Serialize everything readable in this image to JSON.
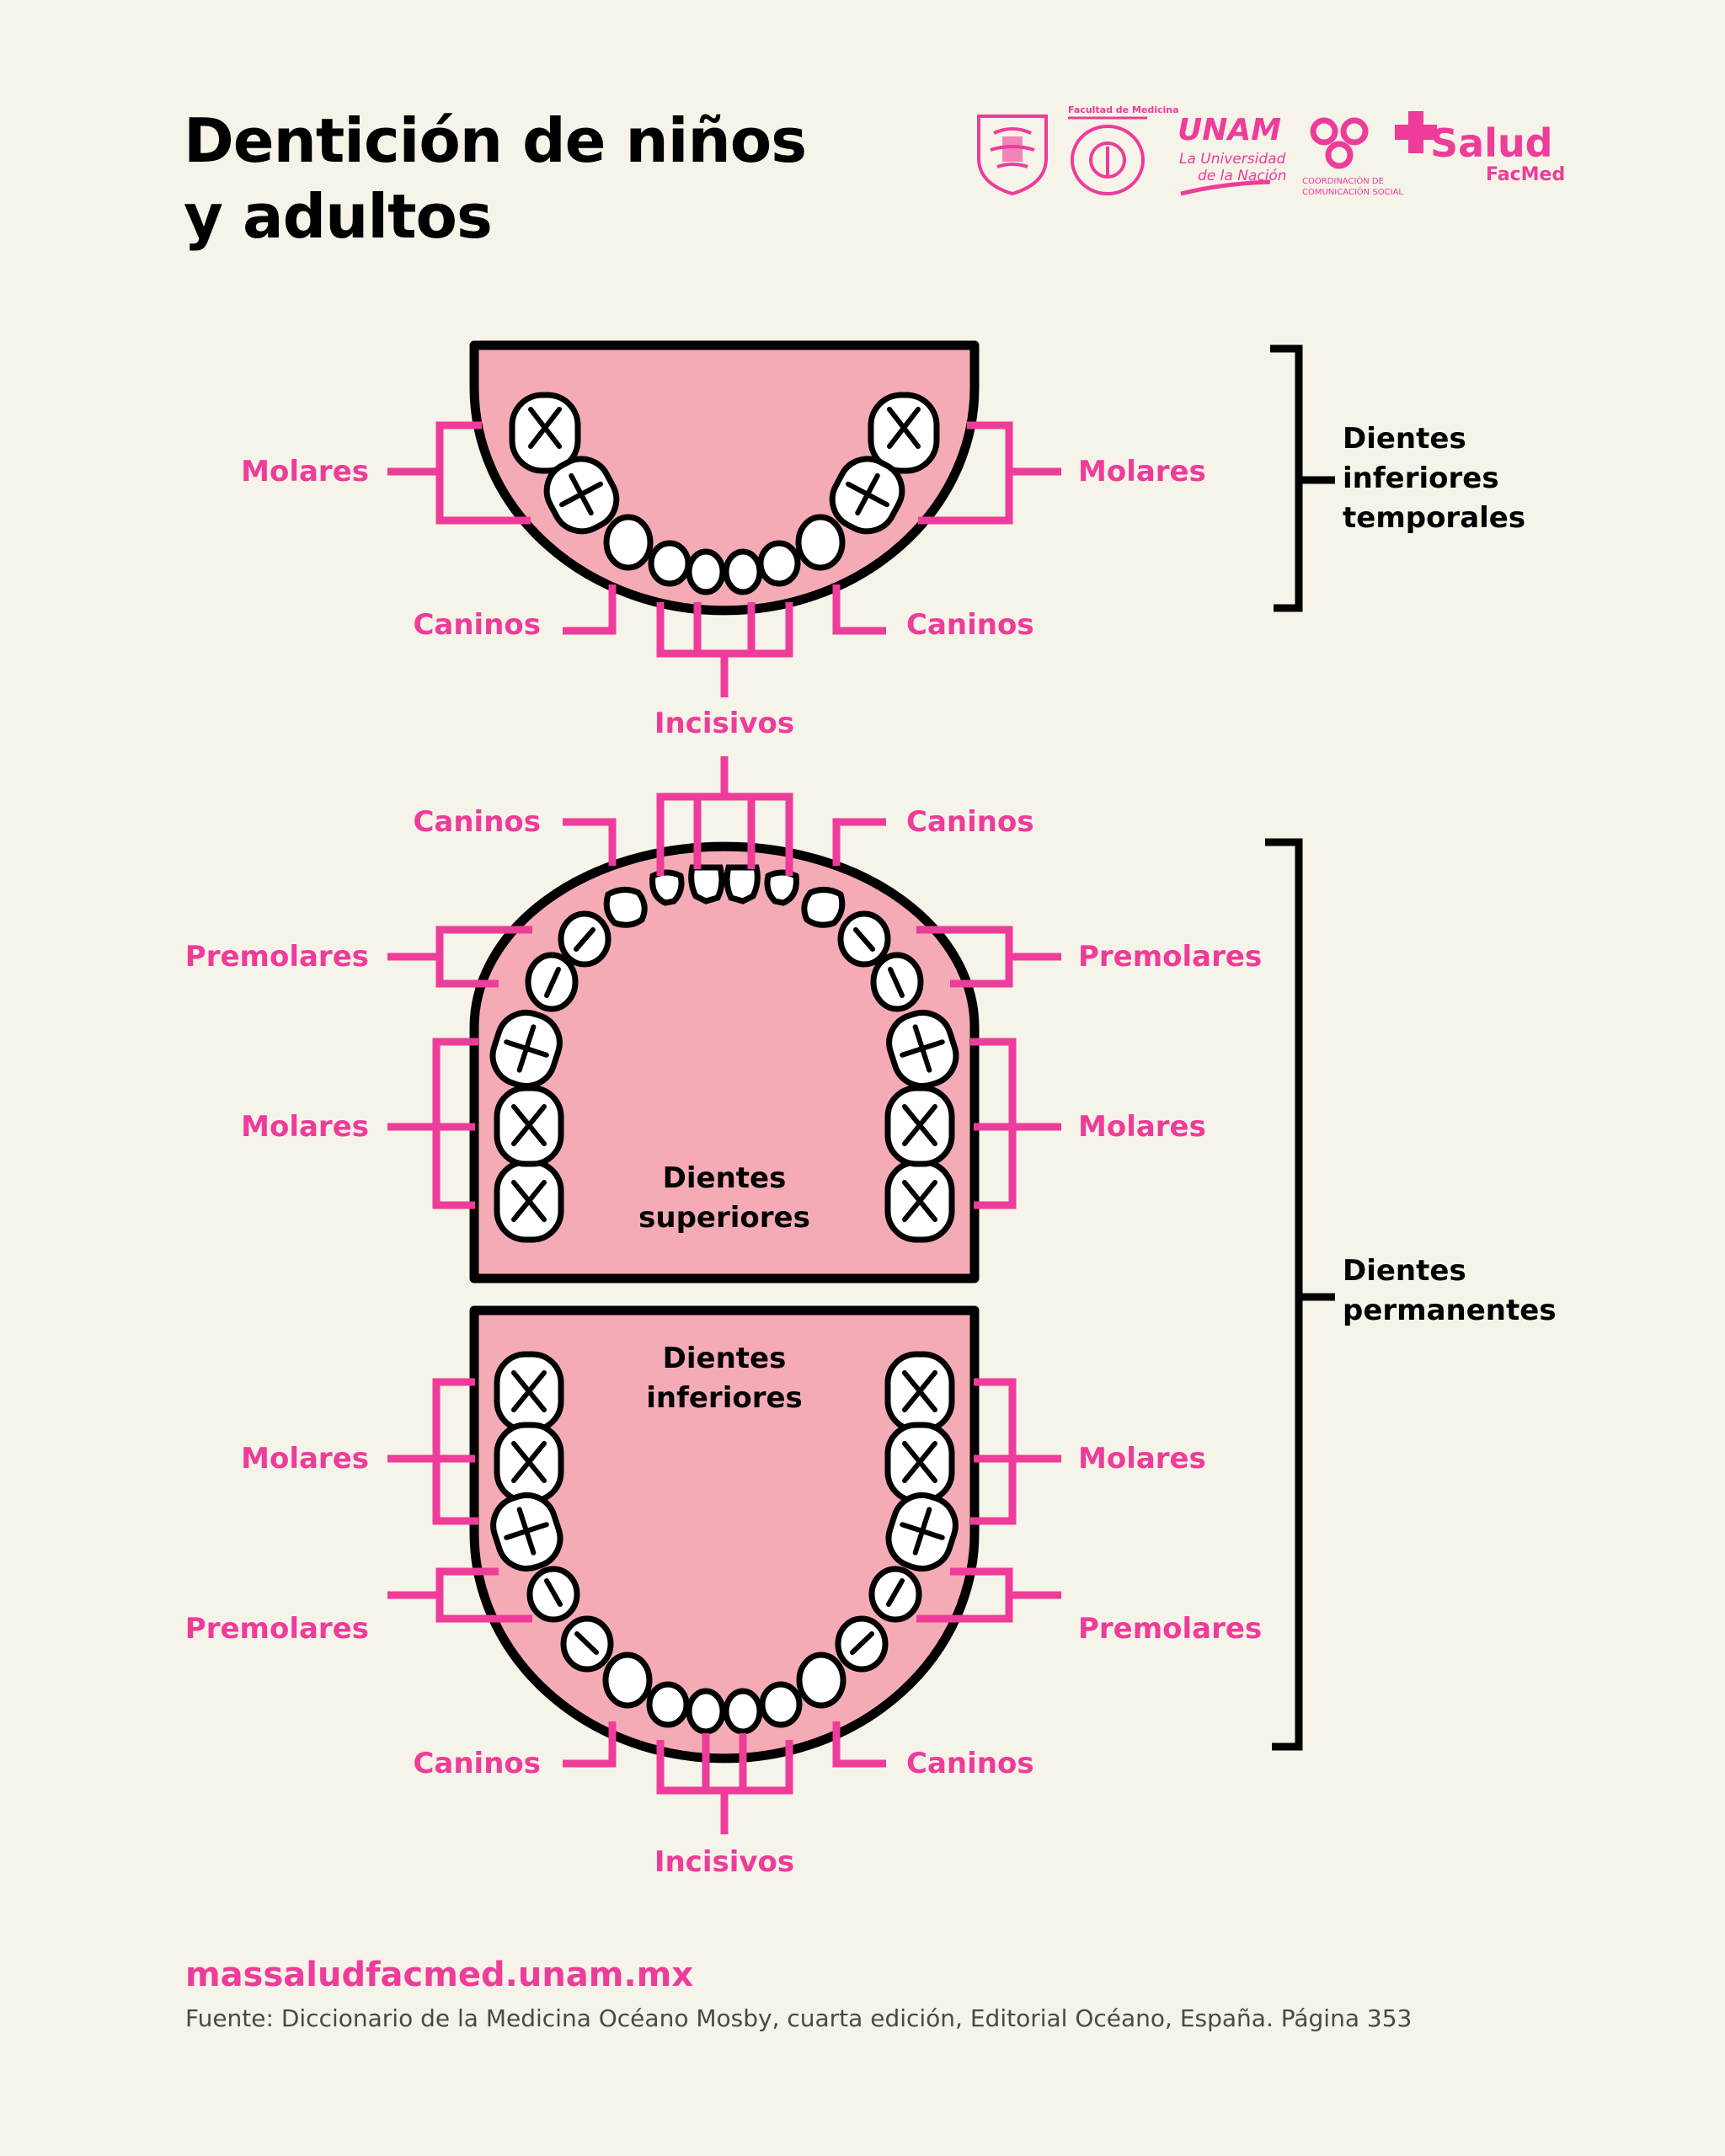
{
  "title": {
    "line1": "Dentición de niños",
    "line2": "y adultos"
  },
  "logos": {
    "facultad_label": "Facultad de Medicina",
    "unam_word": "UNAM",
    "unam_slogan_1": "La Universidad",
    "unam_slogan_2": "de la Nación",
    "coordinacion_1": "COORDINACIÓN DE",
    "coordinacion_2": "COMUNICACIÓN SOCIAL",
    "salud": "Salud",
    "facmed": "FacMed"
  },
  "colors": {
    "accent": "#ee3c9a",
    "gum": "#f5abb5",
    "background": "#f6f3e8",
    "outline": "#000000"
  },
  "labels": {
    "molares": "Molares",
    "premolares": "Premolares",
    "caninos": "Caninos",
    "incisivos": "Incisivos"
  },
  "groups": {
    "temporales": [
      "Dientes",
      "inferiores",
      "temporales"
    ],
    "permanentes": [
      "Dientes",
      "permanentes"
    ]
  },
  "arches": {
    "superiores": [
      "Dientes",
      "superiores"
    ],
    "inferiores": [
      "Dientes",
      "inferiores"
    ]
  },
  "footer": {
    "url": "massaludfacmed.unam.mx",
    "source": "Fuente: Diccionario de la Medicina Océano Mosby, cuarta edición, Editorial Océano, España. Página 353"
  }
}
